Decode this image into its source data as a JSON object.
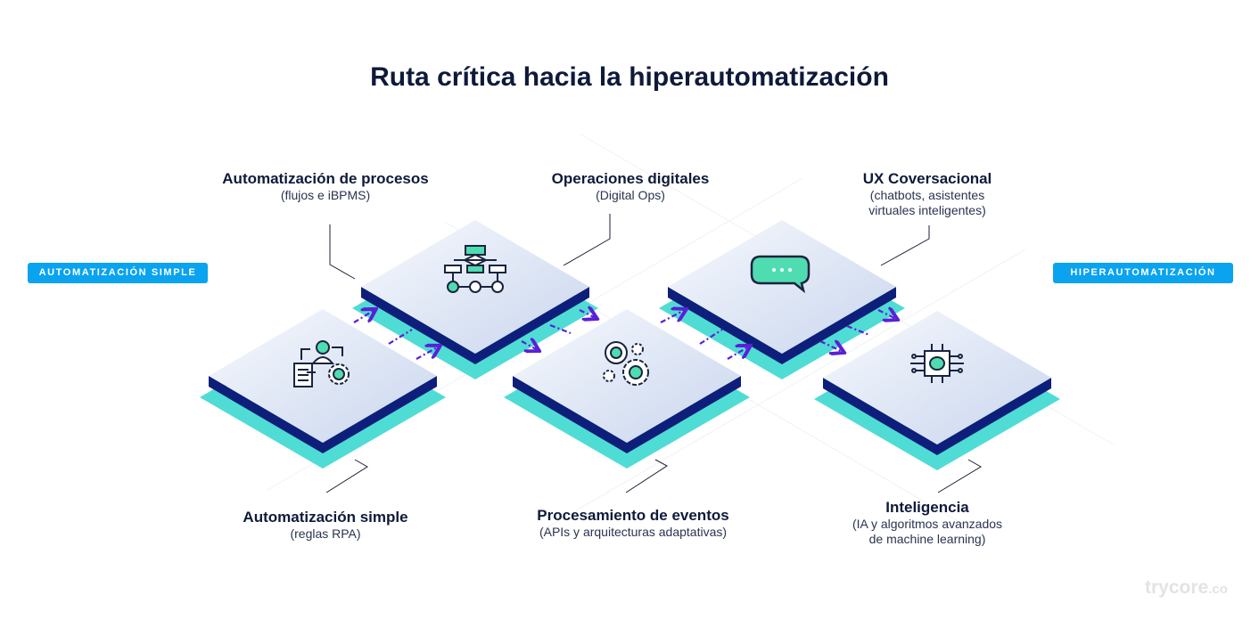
{
  "title": "Ruta crítica hacia la hiperautomatización",
  "badges": {
    "start": "AUTOMATIZACIÓN SIMPLE",
    "end": "HIPERAUTOMATIZACIÓN"
  },
  "stages": [
    {
      "title": "Automatización simple",
      "subtitle": [
        "(reglas RPA)"
      ],
      "icon": "rpa-user-gear-document-icon"
    },
    {
      "title": "Automatización de procesos",
      "subtitle": [
        "(flujos e iBPMS)"
      ],
      "icon": "flowchart-icon"
    },
    {
      "title": "Procesamiento de eventos",
      "subtitle": [
        "(APIs y arquitecturas adaptativas)"
      ],
      "icon": "gears-icon"
    },
    {
      "title": "Operaciones digitales",
      "subtitle": [
        "(Digital Ops)"
      ],
      "icon": "ops-icon"
    },
    {
      "title": "UX Coversacional",
      "subtitle": [
        "(chatbots, asistentes",
        "virtuales inteligentes)"
      ],
      "icon": "chat-bubble-icon"
    },
    {
      "title": "Inteligencia",
      "subtitle": [
        "(IA y algoritmos avanzados",
        "de machine learning)"
      ],
      "icon": "ai-chip-brain-icon"
    }
  ],
  "colors": {
    "badge": "#0aa3ef",
    "tile_side": "#0d1f7a",
    "slab": "#4fdcd4",
    "arrow": "#5a1fd6",
    "icon_accent": "#4fdcb0",
    "title": "#0f1a3a"
  },
  "logo": {
    "name": "trycore",
    "suffix": ".co"
  }
}
